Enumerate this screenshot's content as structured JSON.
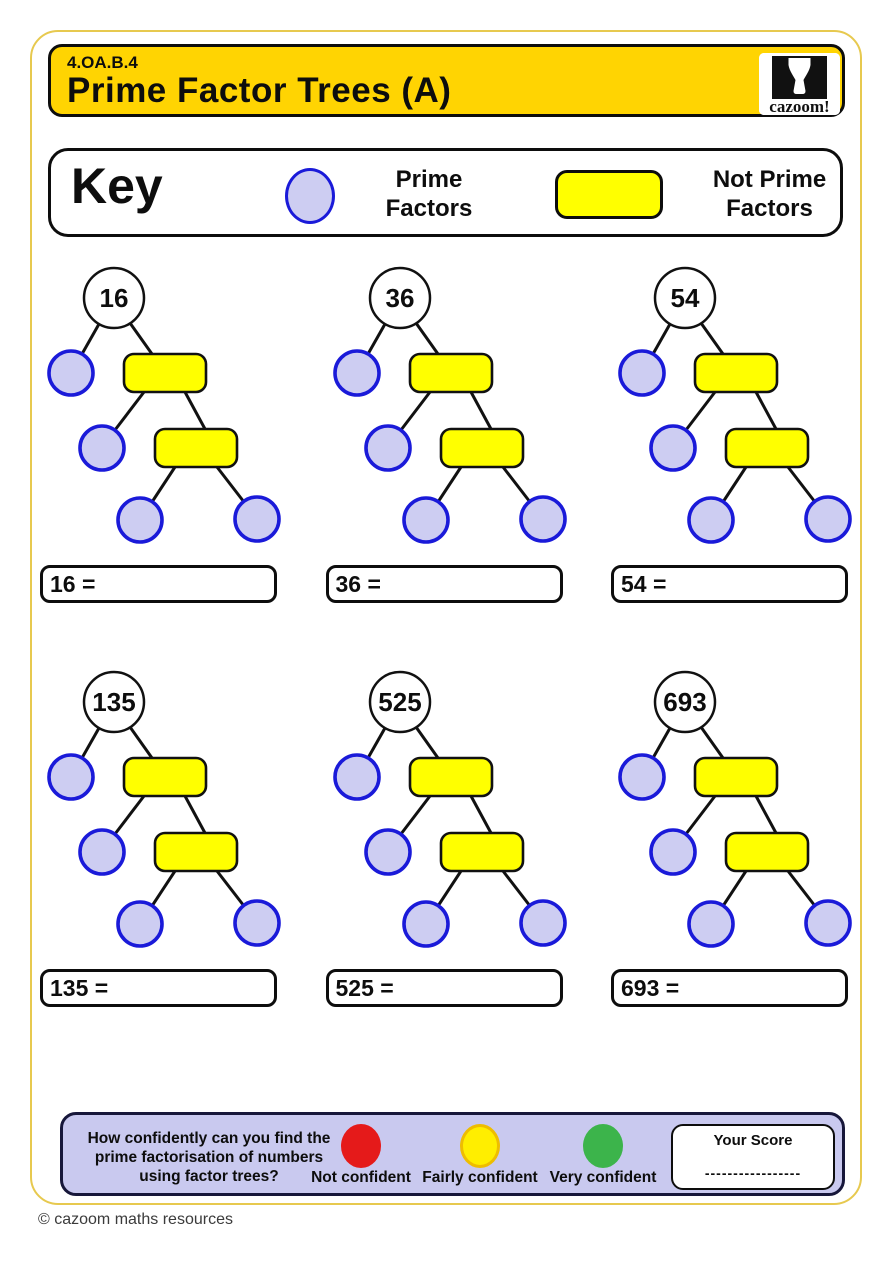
{
  "page": {
    "code": "4.OA.B.4",
    "title": "Prime Factor Trees (A)",
    "logo_text": "cazoom!",
    "footer": "© cazoom maths resources"
  },
  "key": {
    "heading": "Key",
    "prime_label": "Prime Factors",
    "not_prime_label": "Not Prime Factors"
  },
  "trees": [
    {
      "number": "16",
      "answer_label": "16 ="
    },
    {
      "number": "36",
      "answer_label": "36 ="
    },
    {
      "number": "54",
      "answer_label": "54 ="
    },
    {
      "number": "135",
      "answer_label": "135 ="
    },
    {
      "number": "525",
      "answer_label": "525 ="
    },
    {
      "number": "693",
      "answer_label": "693 ="
    }
  ],
  "confidence": {
    "question": "How confidently can you find the prime factorisation of numbers using factor trees?",
    "options": [
      {
        "label": "Not confident",
        "color": "#e51a1a"
      },
      {
        "label": "Fairly confident",
        "color": "#ffee00"
      },
      {
        "label": "Very confident",
        "color": "#3cb44b"
      }
    ],
    "score_title": "Your Score",
    "score_line": "-----------------"
  },
  "colors": {
    "header_yellow": "#ffd402",
    "node_yellow": "#ffff00",
    "prime_fill": "#cdcdf2",
    "prime_border": "#1a1ad9",
    "confidence_bg": "#c9c9ef",
    "page_border_gold": "#e7c94f"
  }
}
